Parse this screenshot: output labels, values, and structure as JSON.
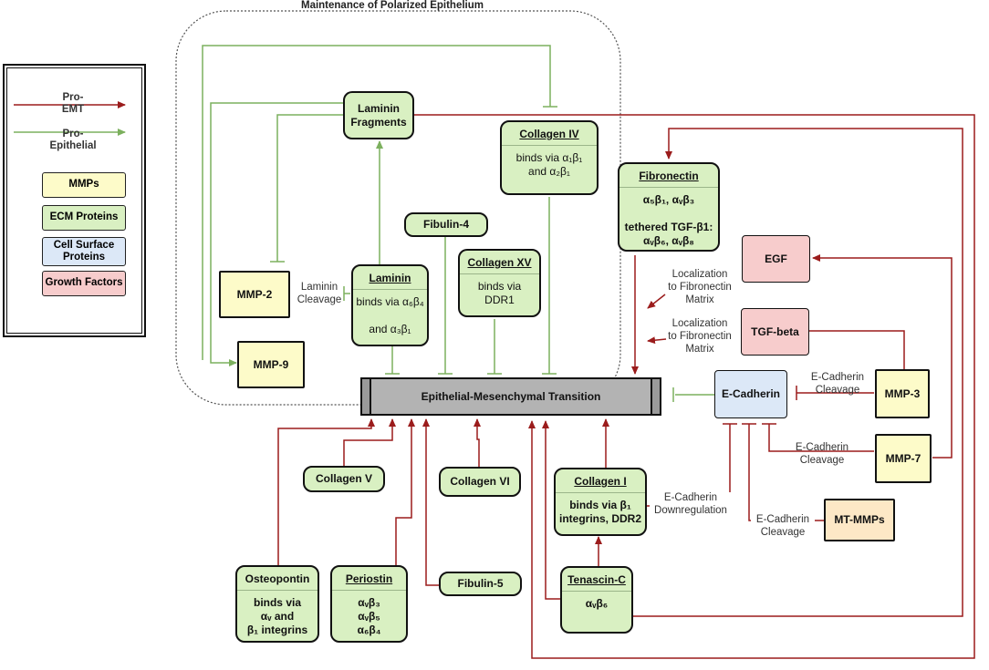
{
  "group_title": "Maintenance of Polarized Epithelium",
  "legend": {
    "pro_emt": "Pro-\nEMT",
    "pro_epithelial": "Pro-\nEpithelial",
    "mmps": "MMPs",
    "ecm": "ECM Proteins",
    "cell_surface": "Cell Surface Proteins",
    "growth_factors": "Growth Factors"
  },
  "colors": {
    "pro_emt": "#9b1c1c",
    "pro_epithelial": "#7cb05e"
  },
  "emt": "Epithelial-Mesenchymal Transition",
  "nodes": {
    "laminin_fragments": "Laminin\nFragments",
    "collagen_iv": {
      "title": "Collagen IV",
      "body": "binds via α₁β₁\nand α₂β₁"
    },
    "fibronectin": {
      "title": "Fibronectin",
      "body": "α₅β₁, αᵥβ₃\n\ntethered TGF-β1:\nαᵥβ₆, αᵥβ₈"
    },
    "fibulin_4": "Fibulin-4",
    "collagen_xv": {
      "title": "Collagen XV",
      "body": "binds via DDR1"
    },
    "laminin": {
      "title": "Laminin",
      "body": "binds via α₆β₄\n\nand α₃β₁"
    },
    "mmp_2": "MMP-2",
    "mmp_9": "MMP-9",
    "egf": "EGF",
    "tgf_beta": "TGF-beta",
    "e_cadherin": "E-Cadherin",
    "mmp_3": "MMP-3",
    "mmp_7": "MMP-7",
    "mt_mmps": "MT-MMPs",
    "collagen_v": "Collagen V",
    "collagen_vi": "Collagen VI",
    "collagen_i": {
      "title": "Collagen I",
      "body": "binds via β₁\nintegrins, DDR2"
    },
    "osteopontin": {
      "title": "Osteopontin",
      "body": "binds via\nαᵥ and\nβ₁ integrins"
    },
    "periostin": {
      "title": "Periostin",
      "body": "αᵥβ₃\nαᵥβ₅\nα₆β₄"
    },
    "fibulin_5": "Fibulin-5",
    "tenascin_c": {
      "title": "Tenascin-C",
      "body": "αᵥβ₆"
    }
  },
  "labels": {
    "laminin_cleavage": "Laminin\nCleavage",
    "loc_fibronectin_1": "Localization\nto Fibronectin\nMatrix",
    "loc_fibronectin_2": "Localization\nto Fibronectin\nMatrix",
    "ecad_cleavage_mmp3": "E-Cadherin\nCleavage",
    "ecad_cleavage_mmp7": "E-Cadherin\nCleavage",
    "ecad_downregulation": "E-Cadherin\nDownregulation",
    "ecad_cleavage_mtmmp": "E-Cadherin\nCleavage"
  }
}
